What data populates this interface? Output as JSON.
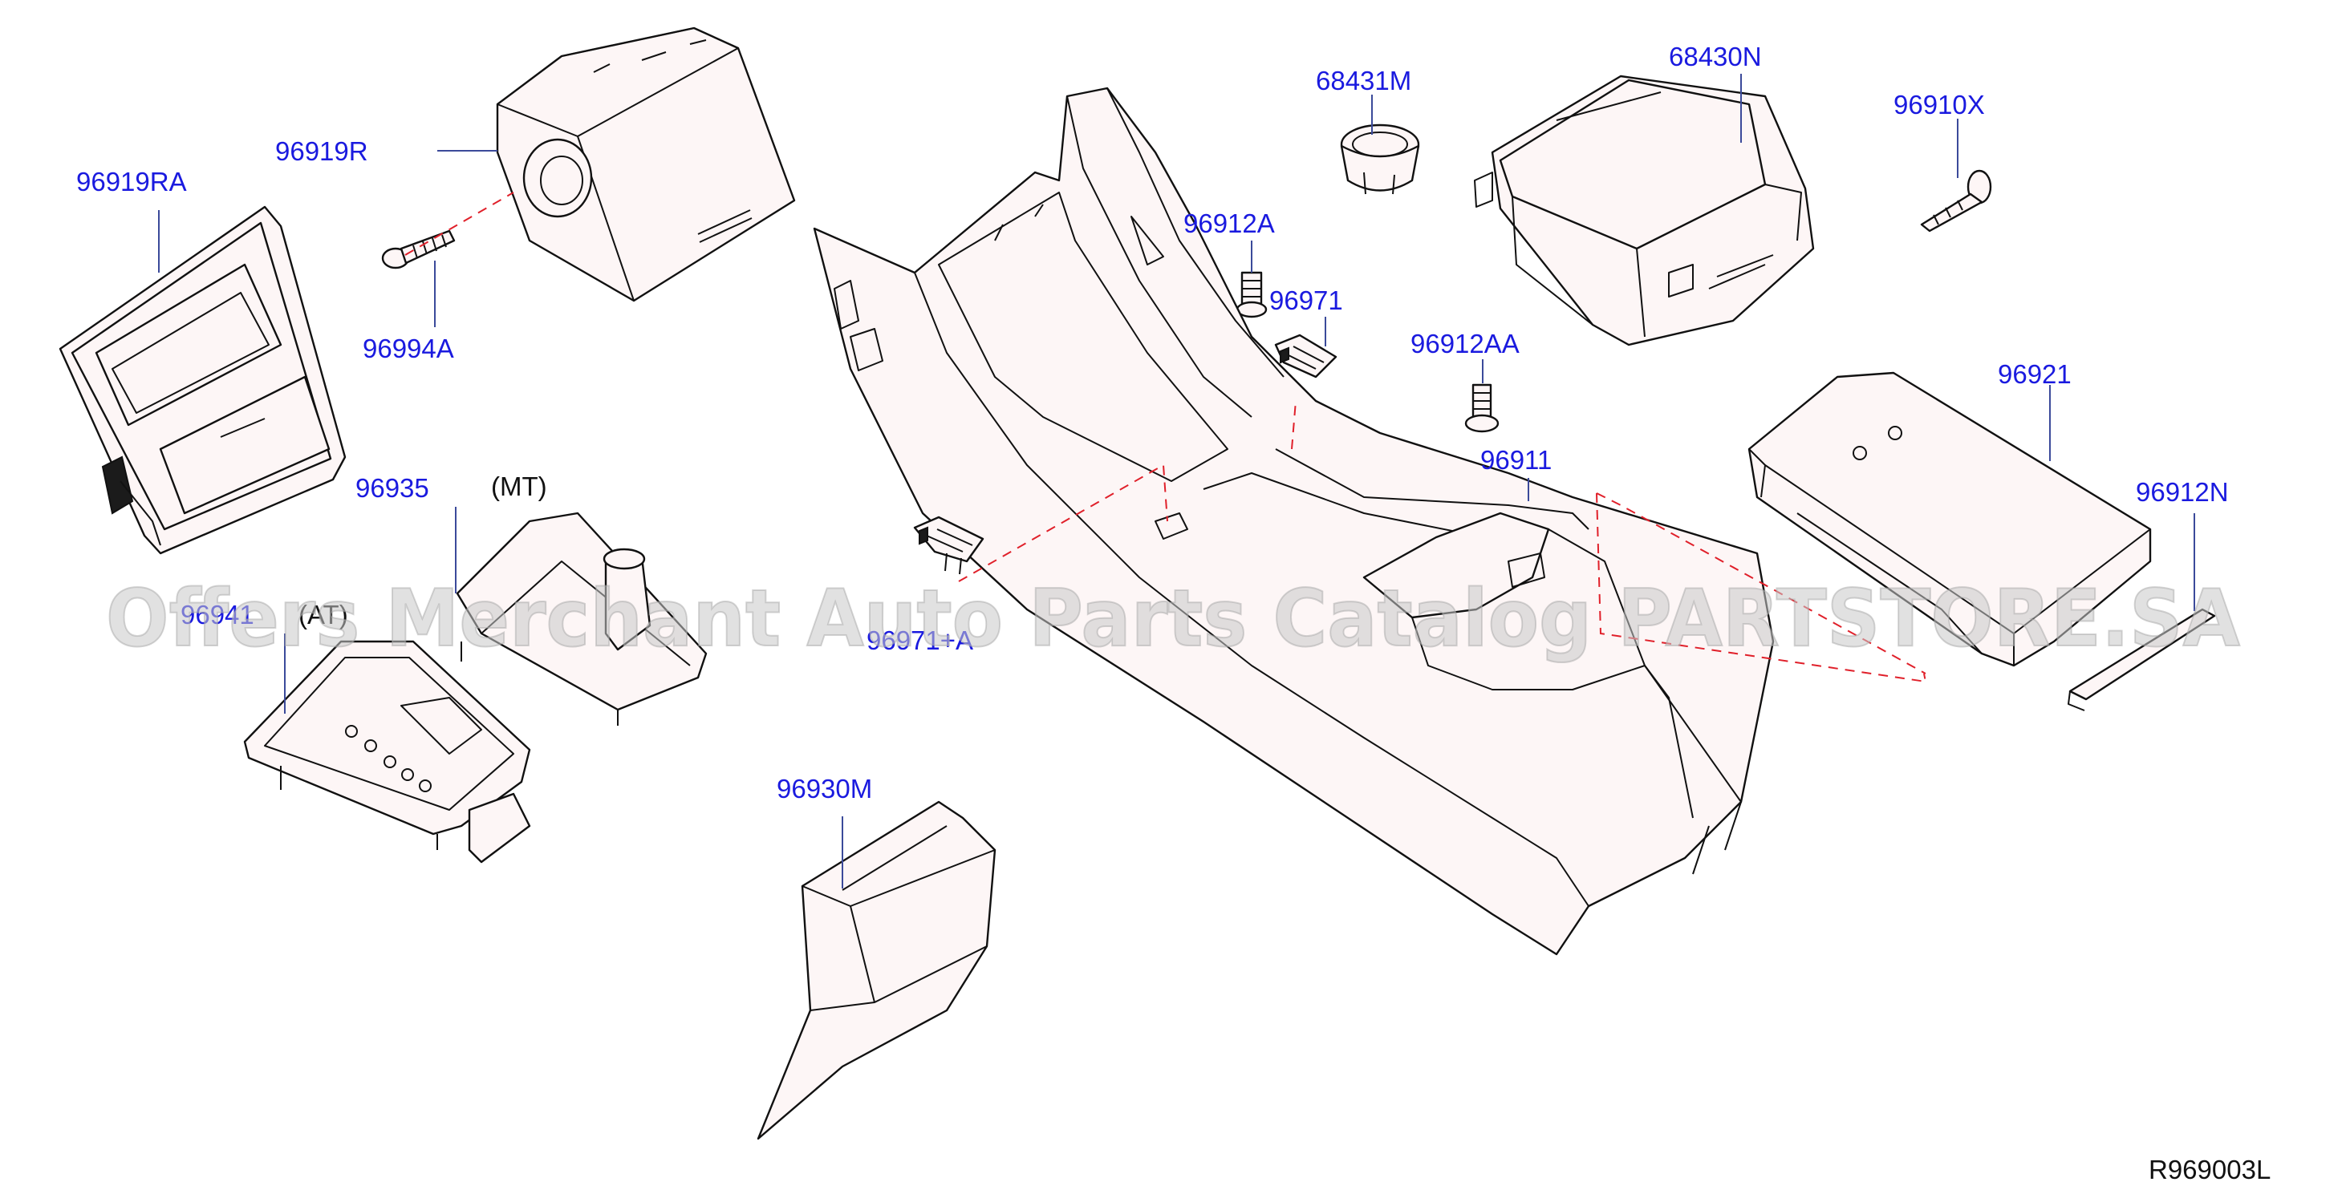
{
  "diagram": {
    "type": "exploded parts diagram",
    "reference_code": "R969003L",
    "watermark": "Offers Merchant Auto Parts Catalog PARTSTORE.SA",
    "colors": {
      "part_number_text": "#1a1adf",
      "leader_line": "#3b4a9a",
      "dashed_guide": "#e0202a",
      "part_fill": "#fdf6f6",
      "outline": "#111111"
    }
  },
  "parts": [
    {
      "number": "96919RA"
    },
    {
      "number": "96919R"
    },
    {
      "number": "96994A"
    },
    {
      "number": "68431M"
    },
    {
      "number": "68430N"
    },
    {
      "number": "96910X"
    },
    {
      "number": "96912A"
    },
    {
      "number": "96971"
    },
    {
      "number": "96912AA"
    },
    {
      "number": "96911"
    },
    {
      "number": "96921"
    },
    {
      "number": "96912N"
    },
    {
      "number": "96935",
      "note": "(MT)"
    },
    {
      "number": "96941",
      "note": "(AT)"
    },
    {
      "number": "96971+A"
    },
    {
      "number": "96930M"
    }
  ]
}
